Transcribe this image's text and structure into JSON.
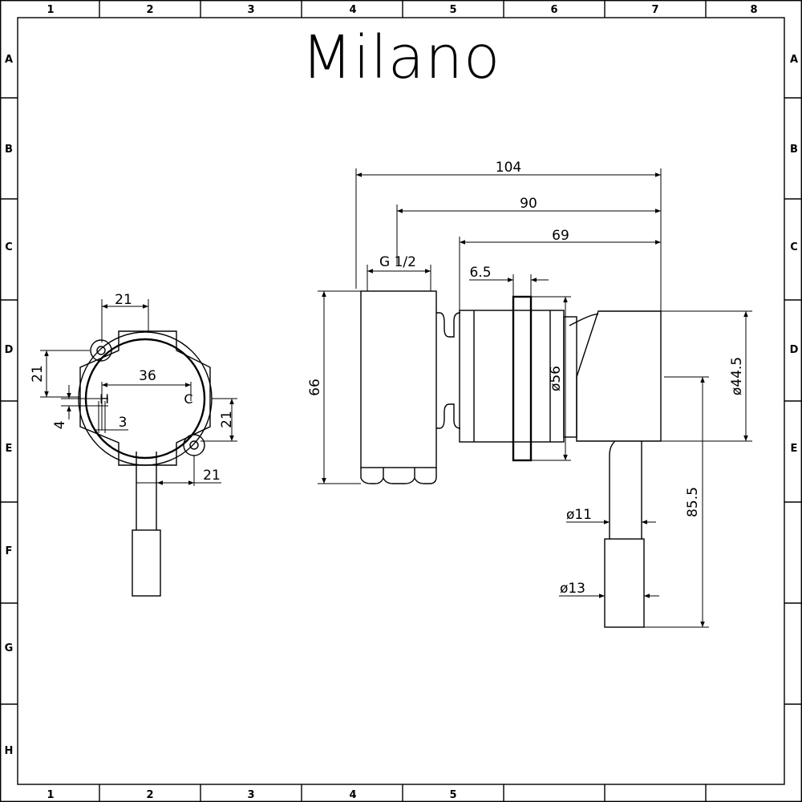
{
  "brand": "Milano",
  "grid": {
    "columns": [
      "1",
      "2",
      "3",
      "4",
      "5",
      "6",
      "7",
      "8"
    ],
    "rows": [
      "A",
      "B",
      "C",
      "D",
      "E",
      "F",
      "G",
      "H"
    ]
  },
  "front_view": {
    "dim_top_width": "21",
    "dim_left_height": "21",
    "dim_inner_width": "36",
    "dim_right_height": "21",
    "dim_small_4": "4",
    "dim_small_3": "3",
    "dim_bottom_offset": "21",
    "mark_hot": "H",
    "mark_cold": "C"
  },
  "side_view": {
    "dim_total_length": "104",
    "dim_length_90": "90",
    "dim_length_69": "69",
    "dim_thread": "G 1/2",
    "dim_flange": "6.5",
    "dim_height": "66",
    "dim_dia_56": "ø56",
    "dim_dia_44_5": "ø44.5",
    "dim_dia_11": "ø11",
    "dim_dia_13": "ø13",
    "dim_handle_85_5": "85.5"
  }
}
